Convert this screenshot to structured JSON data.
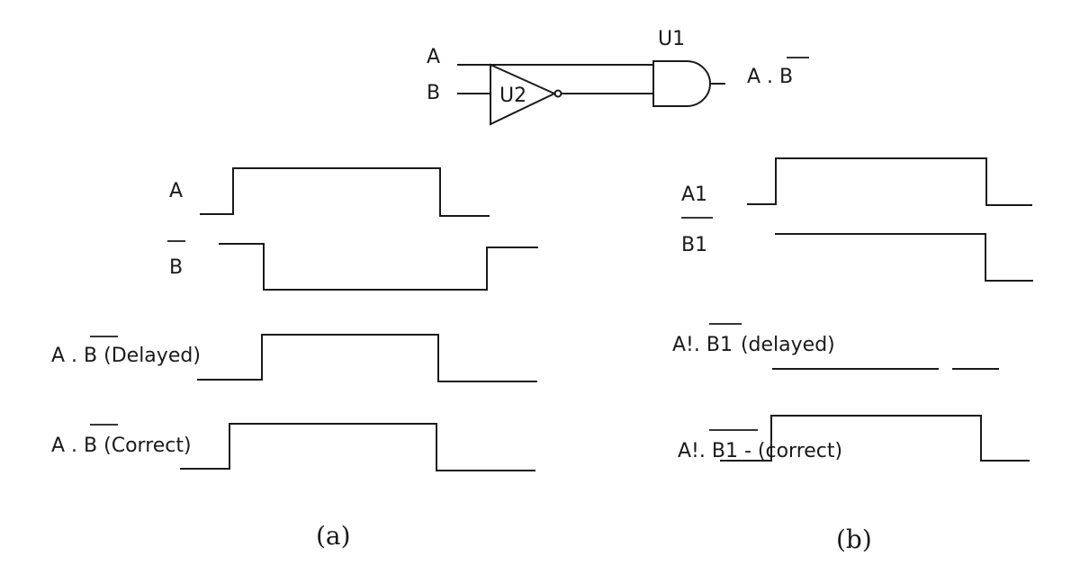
{
  "circuit": {
    "input_a": "A",
    "input_b": "B",
    "and_gate": "U1",
    "inverter": "U2",
    "output_prefix": "A .",
    "output_suffix": "B"
  },
  "panel_a": {
    "caption": "(a)",
    "sig_a": "A",
    "sig_bbar": "B",
    "delayed_prefix": "A .",
    "delayed_var": "B",
    "delayed_suffix": "(Delayed)",
    "correct_prefix": "A .",
    "correct_var": "B",
    "correct_suffix": "(Correct)"
  },
  "panel_b": {
    "caption": "(b)",
    "sig_a1": "A1",
    "sig_b1bar": "B1",
    "delayed_prefix": "A!.",
    "delayed_var": "B1",
    "delayed_suffix": "(delayed)",
    "correct_prefix": "A!.",
    "correct_var": "B1",
    "correct_suffix": "- (correct)"
  }
}
